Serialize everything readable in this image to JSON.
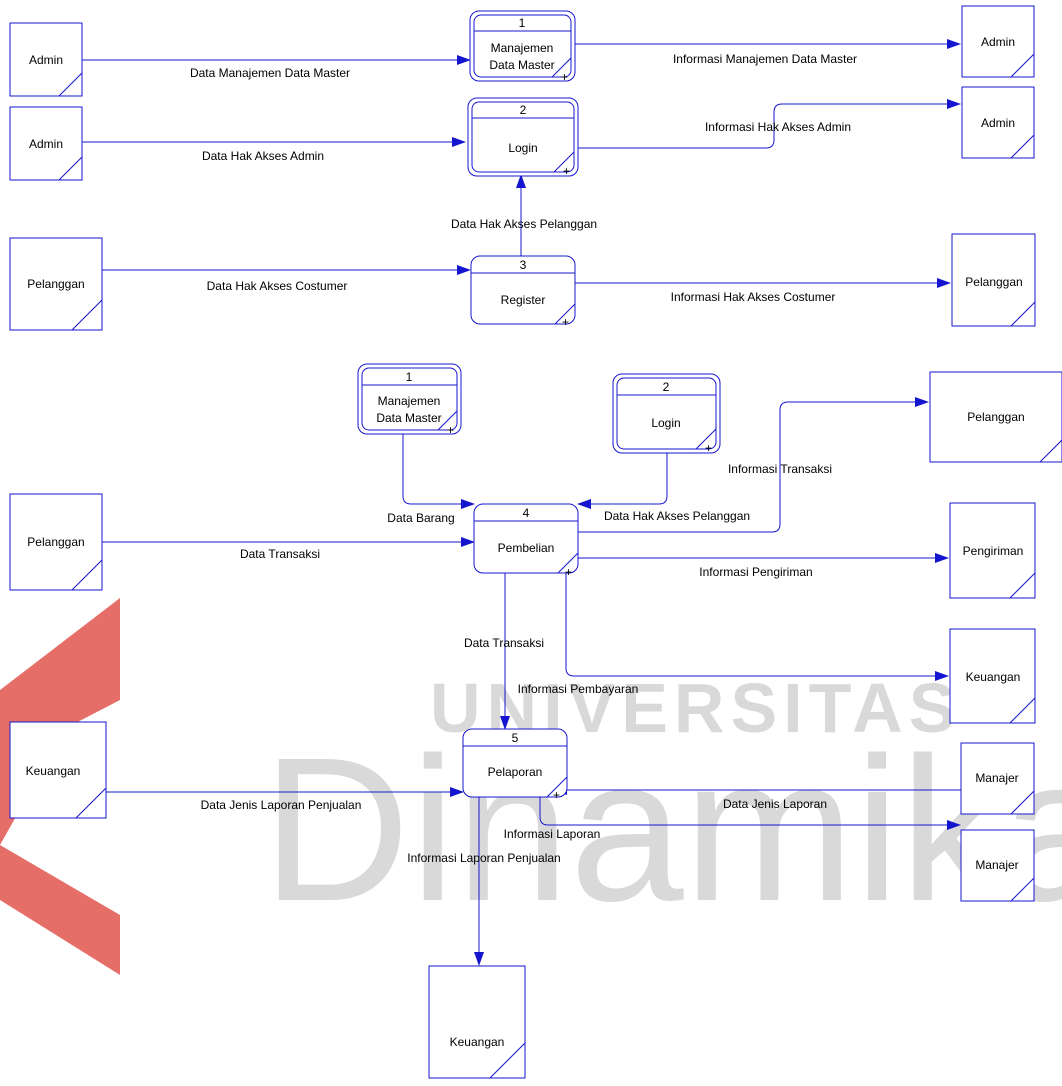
{
  "colors": {
    "line": "#1515cf",
    "text": "#000000",
    "watermark_red": "#e2554f",
    "watermark_gray": "#d9d9d9"
  },
  "watermark": {
    "line1": "UNIVERSITAS",
    "line2": "Dinamika"
  },
  "processes": {
    "p1a": {
      "number": "1",
      "name_line1": "Manajemen",
      "name_line2": "Data Master"
    },
    "p2a": {
      "number": "2",
      "name": "Login"
    },
    "p3": {
      "number": "3",
      "name": "Register"
    },
    "p1b": {
      "number": "1",
      "name_line1": "Manajemen",
      "name_line2": "Data Master"
    },
    "p2b": {
      "number": "2",
      "name": "Login"
    },
    "p4": {
      "number": "4",
      "name": "Pembelian"
    },
    "p5": {
      "number": "5",
      "name": "Pelaporan"
    }
  },
  "entities": {
    "admin_left_1": "Admin",
    "admin_left_2": "Admin",
    "admin_right_1": "Admin",
    "admin_right_2": "Admin",
    "pelanggan_left_1": "Pelanggan",
    "pelanggan_right_1": "Pelanggan",
    "pelanggan_left_2": "Pelanggan",
    "pelanggan_right_2": "Pelanggan",
    "pengiriman": "Pengiriman",
    "keuangan_right": "Keuangan",
    "keuangan_left": "Keuangan",
    "manajer_1": "Manajer",
    "manajer_2": "Manajer",
    "keuangan_bottom": "Keuangan"
  },
  "flows": {
    "data_manajemen": "Data Manajemen Data Master",
    "info_manajemen": "Informasi Manajemen Data Master",
    "data_hak_admin": "Data Hak Akses Admin",
    "info_hak_admin": "Informasi Hak Akses Admin",
    "data_hak_pelanggan_1": "Data Hak Akses Pelanggan",
    "data_hak_costumer": "Data Hak Akses Costumer",
    "info_hak_costumer": "Informasi Hak Akses Costumer",
    "info_transaksi": "Informasi Transaksi",
    "data_barang": "Data Barang",
    "data_hak_pelanggan_2": "Data Hak Akses Pelanggan",
    "data_transaksi_1": "Data Transaksi",
    "info_pengiriman": "Informasi Pengiriman",
    "data_transaksi_2": "Data Transaksi",
    "info_pembayaran": "Informasi Pembayaran",
    "data_jenis_laporan_penjualan": "Data Jenis Laporan Penjualan",
    "data_jenis_laporan": "Data Jenis Laporan",
    "info_laporan": "Informasi Laporan",
    "info_laporan_penjualan": "Informasi Laporan Penjualan"
  }
}
